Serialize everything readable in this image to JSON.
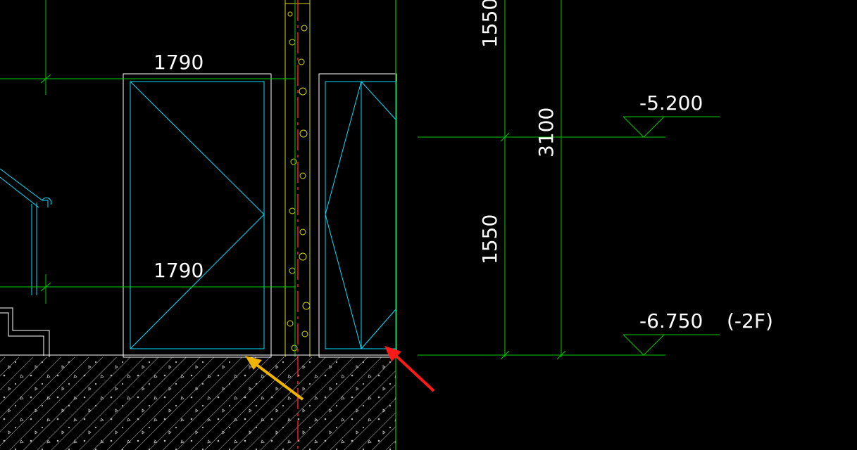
{
  "colors": {
    "background": "#000000",
    "dimension": "#00c800",
    "window": "#00e0ff",
    "outline": "#ffffff",
    "wall": "#d8d800",
    "axis": "#ff2020",
    "arrow_yellow": "#f0b400",
    "arrow_red": "#ff1a1a"
  },
  "dimensions": {
    "top_width": "1790",
    "bottom_width": "1790",
    "upper_height": "1550",
    "lower_height": "1550",
    "total_height": "3100"
  },
  "elevations": {
    "upper": "-5.200",
    "lower": "-6.750",
    "lower_floor": "(-2F)"
  },
  "annotations": {
    "arrow_yellow": "arrow-pointing-door-sill",
    "arrow_red": "arrow-pointing-window-sill"
  }
}
